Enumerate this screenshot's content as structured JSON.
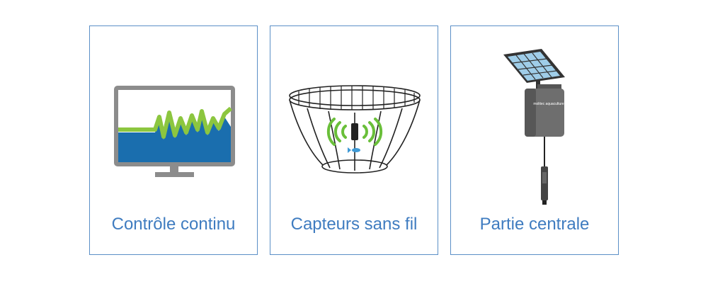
{
  "cards": [
    {
      "label": "Contrôle continu",
      "icon": "monitor-icon"
    },
    {
      "label": "Capteurs sans fil",
      "icon": "net-sensor-icon"
    },
    {
      "label": "Partie centrale",
      "icon": "solar-hub-icon"
    }
  ],
  "hub_brand": "molitec aquaculture",
  "colors": {
    "border": "#5b8fc7",
    "label_text": "#3f7cc0",
    "monitor_water": "#1a6eae",
    "monitor_line": "#8cc63f",
    "monitor_frame": "#8c8c8c",
    "sensor_green": "#6abf3a",
    "solar_panel": "#9fcde8"
  }
}
